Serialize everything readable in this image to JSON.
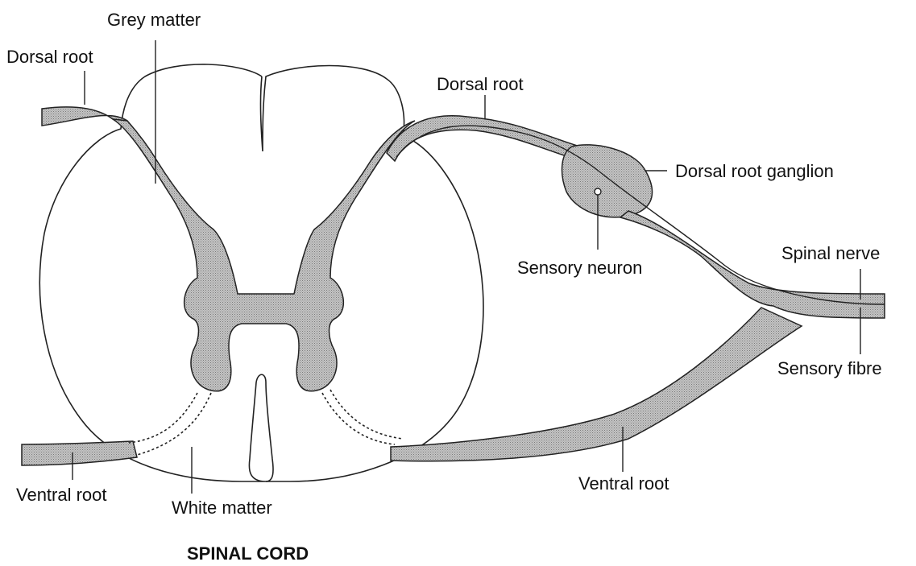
{
  "labels": {
    "grey_matter": "Grey matter",
    "dorsal_root_left": "Dorsal root",
    "dorsal_root_right": "Dorsal root",
    "dorsal_root_ganglion": "Dorsal root ganglion",
    "sensory_neuron": "Sensory neuron",
    "spinal_nerve": "Spinal nerve",
    "sensory_fibre": "Sensory fibre",
    "ventral_root_left": "Ventral root",
    "ventral_root_right": "Ventral root",
    "white_matter": "White matter",
    "title": "SPINAL CORD"
  },
  "colors": {
    "line": "#222222",
    "grey_fill": "#b8b8b8",
    "background": "#ffffff"
  }
}
